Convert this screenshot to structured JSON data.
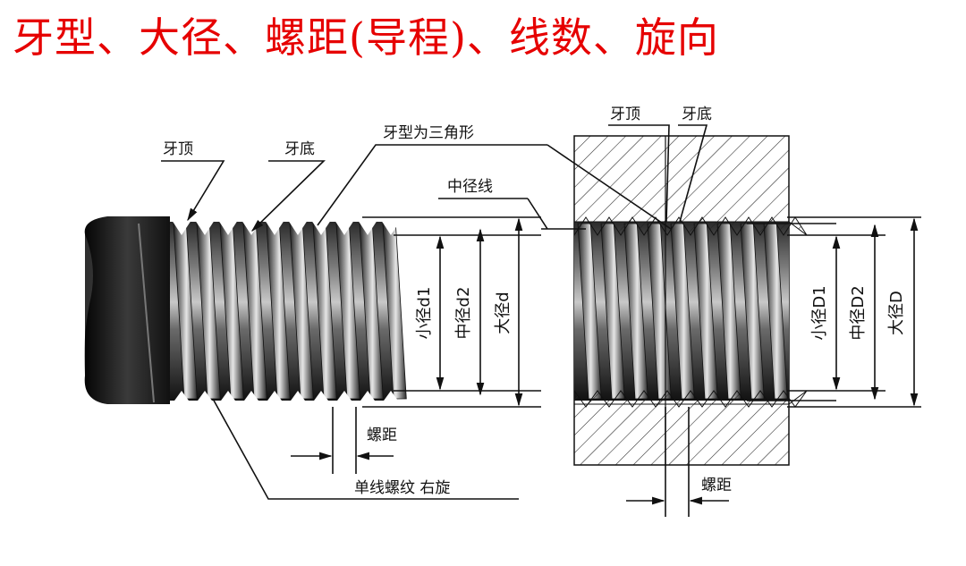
{
  "title": "牙型、大径、螺距(导程)、线数、旋向",
  "labels": {
    "left_crest": "牙顶",
    "left_root": "牙底",
    "profile_triangle": "牙型为三角形",
    "pitch_line": "中径线",
    "minor_d1": "小径d1",
    "pitch_d2": "中径d2",
    "major_d": "大径d",
    "pitch_left": "螺距",
    "single_right": "单线螺纹  右旋",
    "right_crest": "牙顶",
    "right_root": "牙底",
    "minor_D1": "小径D1",
    "pitch_D2": "中径D2",
    "major_D": "大径D",
    "pitch_right": "螺距"
  },
  "colors": {
    "title": "#e60000",
    "line": "#111111"
  }
}
